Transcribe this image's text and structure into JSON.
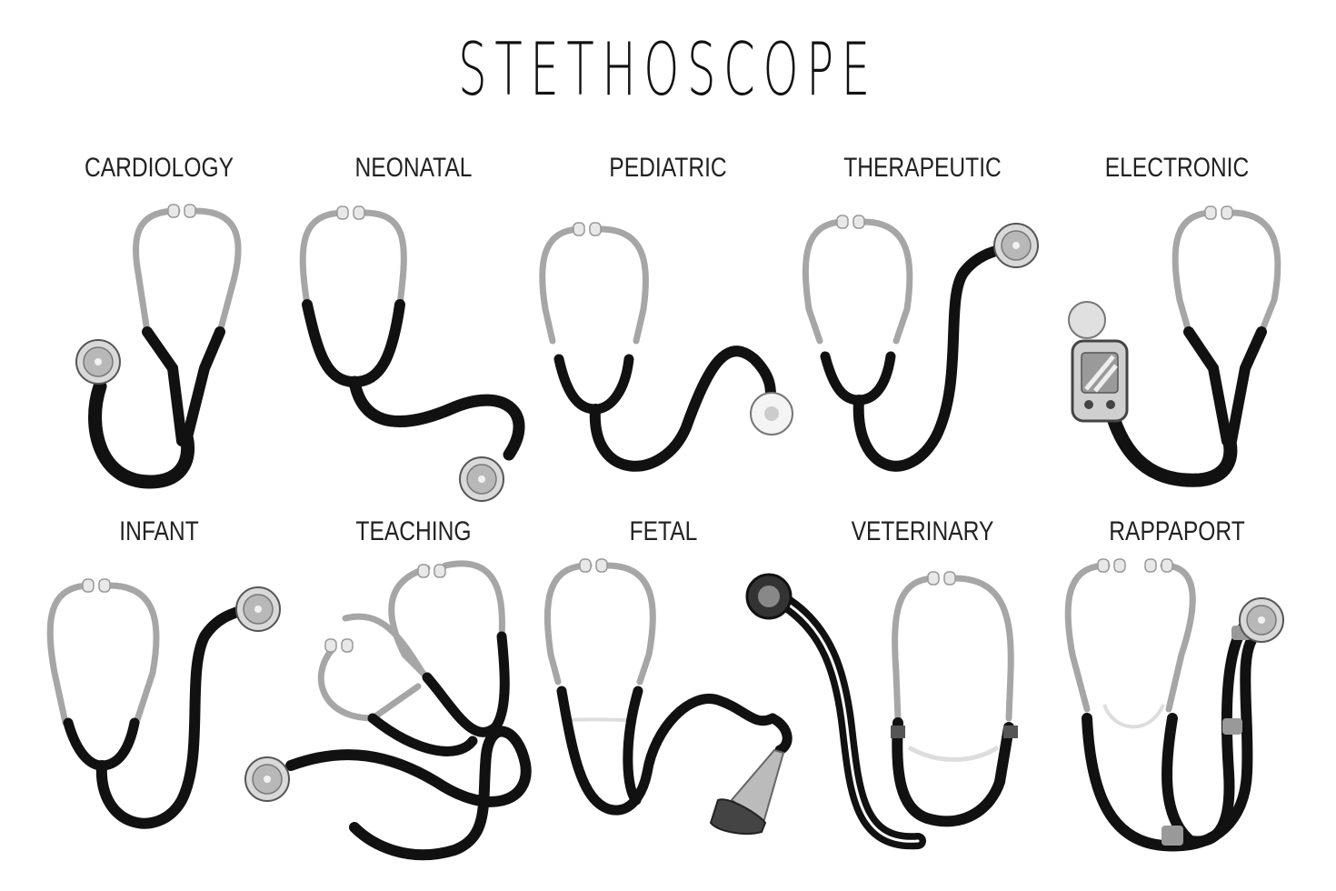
{
  "title": "STETHOSCOPE",
  "colors": {
    "tube": "#111111",
    "binaural": "#a6a6a6",
    "earpiece": "#e6e6e6",
    "chestpiece": "#bcbcbc"
  },
  "items": [
    {
      "label": "CARDIOLOGY"
    },
    {
      "label": "NEONATAL"
    },
    {
      "label": "PEDIATRIC"
    },
    {
      "label": "THERAPEUTIC"
    },
    {
      "label": "ELECTRONIC"
    },
    {
      "label": "INFANT"
    },
    {
      "label": "TEACHING"
    },
    {
      "label": "FETAL"
    },
    {
      "label": "VETERINARY"
    },
    {
      "label": "RAPPAPORT"
    }
  ]
}
